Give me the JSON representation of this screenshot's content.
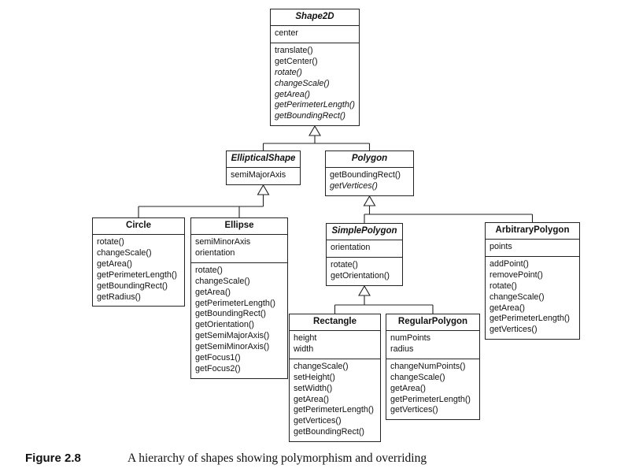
{
  "classes": [
    {
      "id": "shape2d",
      "name": "Shape2D",
      "abstract": true,
      "sections": [
        [
          {
            "t": "center"
          }
        ],
        [
          {
            "t": "translate()"
          },
          {
            "t": "getCenter()"
          },
          {
            "t": "rotate()",
            "i": true
          },
          {
            "t": "changeScale()",
            "i": true
          },
          {
            "t": "getArea()",
            "i": true
          },
          {
            "t": "getPerimeterLength()",
            "i": true
          },
          {
            "t": "getBoundingRect()",
            "i": true
          }
        ]
      ]
    },
    {
      "id": "ellipticalshape",
      "name": "EllipticalShape",
      "abstract": true,
      "sections": [
        [
          {
            "t": "semiMajorAxis"
          }
        ]
      ]
    },
    {
      "id": "polygon",
      "name": "Polygon",
      "abstract": true,
      "sections": [
        [
          {
            "t": "getBoundingRect()"
          },
          {
            "t": "getVertices()",
            "i": true
          }
        ]
      ]
    },
    {
      "id": "circle",
      "name": "Circle",
      "abstract": false,
      "sections": [
        [
          {
            "t": "rotate()"
          },
          {
            "t": "changeScale()"
          },
          {
            "t": "getArea()"
          },
          {
            "t": "getPerimeterLength()"
          },
          {
            "t": "getBoundingRect()"
          },
          {
            "t": "getRadius()"
          }
        ]
      ]
    },
    {
      "id": "ellipse",
      "name": "Ellipse",
      "abstract": false,
      "sections": [
        [
          {
            "t": "semiMinorAxis"
          },
          {
            "t": "orientation"
          }
        ],
        [
          {
            "t": "rotate()"
          },
          {
            "t": "changeScale()"
          },
          {
            "t": "getArea()"
          },
          {
            "t": "getPerimeterLength()"
          },
          {
            "t": "getBoundingRect()"
          },
          {
            "t": "getOrientation()"
          },
          {
            "t": "getSemiMajorAxis()"
          },
          {
            "t": "getSemiMinorAxis()"
          },
          {
            "t": "getFocus1()"
          },
          {
            "t": "getFocus2()"
          }
        ]
      ]
    },
    {
      "id": "simplepolygon",
      "name": "SimplePolygon",
      "abstract": true,
      "sections": [
        [
          {
            "t": "orientation"
          }
        ],
        [
          {
            "t": "rotate()"
          },
          {
            "t": "getOrientation()"
          }
        ]
      ]
    },
    {
      "id": "arbitrarypolygon",
      "name": "ArbitraryPolygon",
      "abstract": false,
      "sections": [
        [
          {
            "t": "points"
          }
        ],
        [
          {
            "t": "addPoint()"
          },
          {
            "t": "removePoint()"
          },
          {
            "t": "rotate()"
          },
          {
            "t": "changeScale()"
          },
          {
            "t": "getArea()"
          },
          {
            "t": "getPerimeterLength()"
          },
          {
            "t": "getVertices()"
          }
        ]
      ]
    },
    {
      "id": "rectangle",
      "name": "Rectangle",
      "abstract": false,
      "sections": [
        [
          {
            "t": "height"
          },
          {
            "t": "width"
          }
        ],
        [
          {
            "t": "changeScale()"
          },
          {
            "t": "setHeight()"
          },
          {
            "t": "setWidth()"
          },
          {
            "t": "getArea()"
          },
          {
            "t": "getPerimeterLength()"
          },
          {
            "t": "getVertices()"
          },
          {
            "t": "getBoundingRect()"
          }
        ]
      ]
    },
    {
      "id": "regularpolygon",
      "name": "RegularPolygon",
      "abstract": false,
      "sections": [
        [
          {
            "t": "numPoints"
          },
          {
            "t": "radius"
          }
        ],
        [
          {
            "t": "changeNumPoints()"
          },
          {
            "t": "changeScale()"
          },
          {
            "t": "getArea()"
          },
          {
            "t": "getPerimeterLength()"
          },
          {
            "t": "getVertices()"
          }
        ]
      ]
    }
  ],
  "inheritance": [
    {
      "parent": "shape2d",
      "children": [
        "ellipticalshape",
        "polygon"
      ]
    },
    {
      "parent": "ellipticalshape",
      "children": [
        "circle",
        "ellipse"
      ]
    },
    {
      "parent": "polygon",
      "children": [
        "simplepolygon",
        "arbitrarypolygon"
      ]
    },
    {
      "parent": "simplepolygon",
      "children": [
        "rectangle",
        "regularpolygon"
      ]
    }
  ],
  "caption": {
    "label": "Figure 2.8",
    "text": "A hierarchy of shapes showing polymorphism and overriding"
  },
  "colors": {
    "line": "#222222",
    "background": "#ffffff"
  }
}
